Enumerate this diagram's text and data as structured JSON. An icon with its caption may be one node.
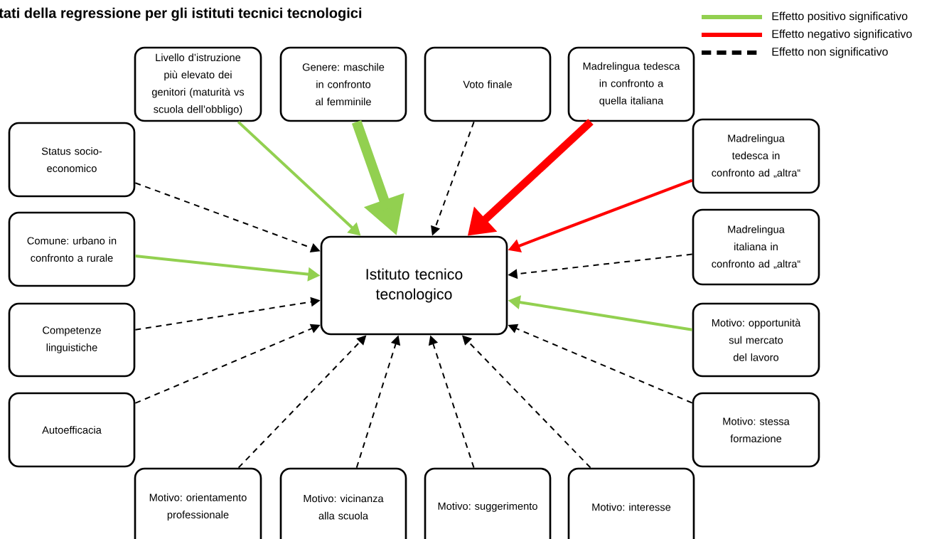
{
  "diagram": {
    "title": "tati della regressione per gli istituti tecnici tecnologici",
    "nodes": [
      {
        "text": [
          "Livello d’istruzione più elevato dei genitori (maturità vs scuola dell’obbligo)"
        ]
      },
      {
        "text": [
          "Genere: maschile in confronto al femminile"
        ]
      },
      {
        "text": [
          "Voto finale"
        ]
      },
      {
        "text": [
          "Madrelingua tedesca in confronto a quella italiana"
        ]
      },
      {
        "text": [
          "Status socio-economico"
        ]
      },
      {
        "text": [
          "Comune: urbano in confronto a rurale"
        ]
      },
      {
        "text": [
          "Competenze linguistiche"
        ]
      },
      {
        "text": [
          "Autoefficacia"
        ]
      },
      {
        "text": [
          "Istituto tecnico tecnologico"
        ]
      },
      {
        "text": [
          "Madrelingua tedesca in confronto ad „altra“"
        ]
      },
      {
        "text": [
          "Madrelingua italiana in confronto ad „altra“"
        ]
      },
      {
        "text": [
          "Motivo: opportunità sul mercato del lavoro"
        ]
      },
      {
        "text": [
          "Motivo: stessa formazione"
        ]
      },
      {
        "text": [
          "Motivo: orientamento professionale"
        ]
      },
      {
        "text": [
          "Motivo: vicinanza alla scuola"
        ]
      },
      {
        "text": [
          "Motivo: suggerimento"
        ]
      },
      {
        "text": [
          "Motivo: interesse"
        ]
      }
    ],
    "edges": [
      {
        "from": 0,
        "to": 8,
        "arrow": "to",
        "color": "#92d050"
      },
      {
        "from": 1,
        "to": 8,
        "arrow": "to",
        "color": "#92d050",
        "style": "thick"
      },
      {
        "from": 2,
        "to": 8,
        "arrow": "to",
        "style": "dashed"
      },
      {
        "from": 3,
        "to": 8,
        "arrow": "to",
        "color": "#ff0000",
        "style": "thick"
      },
      {
        "from": 4,
        "to": 8,
        "arrow": "to",
        "style": "dashed"
      },
      {
        "from": 5,
        "to": 8,
        "arrow": "to",
        "color": "#92d050"
      },
      {
        "from": 6,
        "to": 8,
        "arrow": "to",
        "style": "dashed"
      },
      {
        "from": 7,
        "to": 8,
        "arrow": "to",
        "style": "dashed"
      },
      {
        "from": 9,
        "to": 8,
        "arrow": "to",
        "color": "#ff0000"
      },
      {
        "from": 10,
        "to": 8,
        "arrow": "to",
        "style": "dashed"
      },
      {
        "from": 11,
        "to": 8,
        "arrow": "to",
        "color": "#92d050"
      },
      {
        "from": 12,
        "to": 8,
        "arrow": "to",
        "style": "dashed"
      },
      {
        "from": 13,
        "to": 8,
        "arrow": "to",
        "style": "dashed"
      },
      {
        "from": 14,
        "to": 8,
        "arrow": "to",
        "style": "dashed"
      },
      {
        "from": 15,
        "to": 8,
        "arrow": "to",
        "style": "dashed"
      },
      {
        "from": 16,
        "to": 8,
        "arrow": "to",
        "style": "dashed"
      }
    ],
    "legend": [
      {
        "text": "Effetto positivo significativo",
        "color": "#92d050"
      },
      {
        "text": "Effetto negativo significativo",
        "color": "#ff0000"
      },
      {
        "text": "Effetto non significativo",
        "color": "#000000"
      }
    ]
  }
}
